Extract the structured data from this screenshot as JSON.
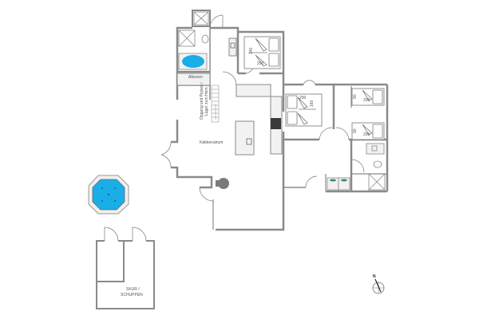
{
  "plan": {
    "colors": {
      "wall": "#8a8a8a",
      "wall_dark": "#6e6e6e",
      "fixture": "#9a9a9a",
      "fill": "#f2f2f2",
      "pool": "#1aaee8",
      "stove": "#3a3a3a",
      "column": "#7a7a7a"
    },
    "rooms": {
      "alkoven": "Alkoven",
      "stairs": "Opgang ved Pejsen / Lager zum Hem",
      "stairs_line1": "Opgang ved Pejsen /",
      "stairs_line2": "Lager zum Hem",
      "kitchen": "Køkkenalrum",
      "shed_line1": "SKUR /",
      "shed_line2": "SCHUPPEN"
    },
    "beds": [
      {
        "id": "bedroom-1",
        "length": "200",
        "width": "140"
      },
      {
        "id": "bedroom-2",
        "length": "200",
        "width": "160"
      },
      {
        "id": "bedroom-3",
        "length": "200",
        "width": "90"
      },
      {
        "id": "bedroom-4",
        "length": "200",
        "width": "90"
      }
    ],
    "compass": {
      "label": "N"
    }
  }
}
